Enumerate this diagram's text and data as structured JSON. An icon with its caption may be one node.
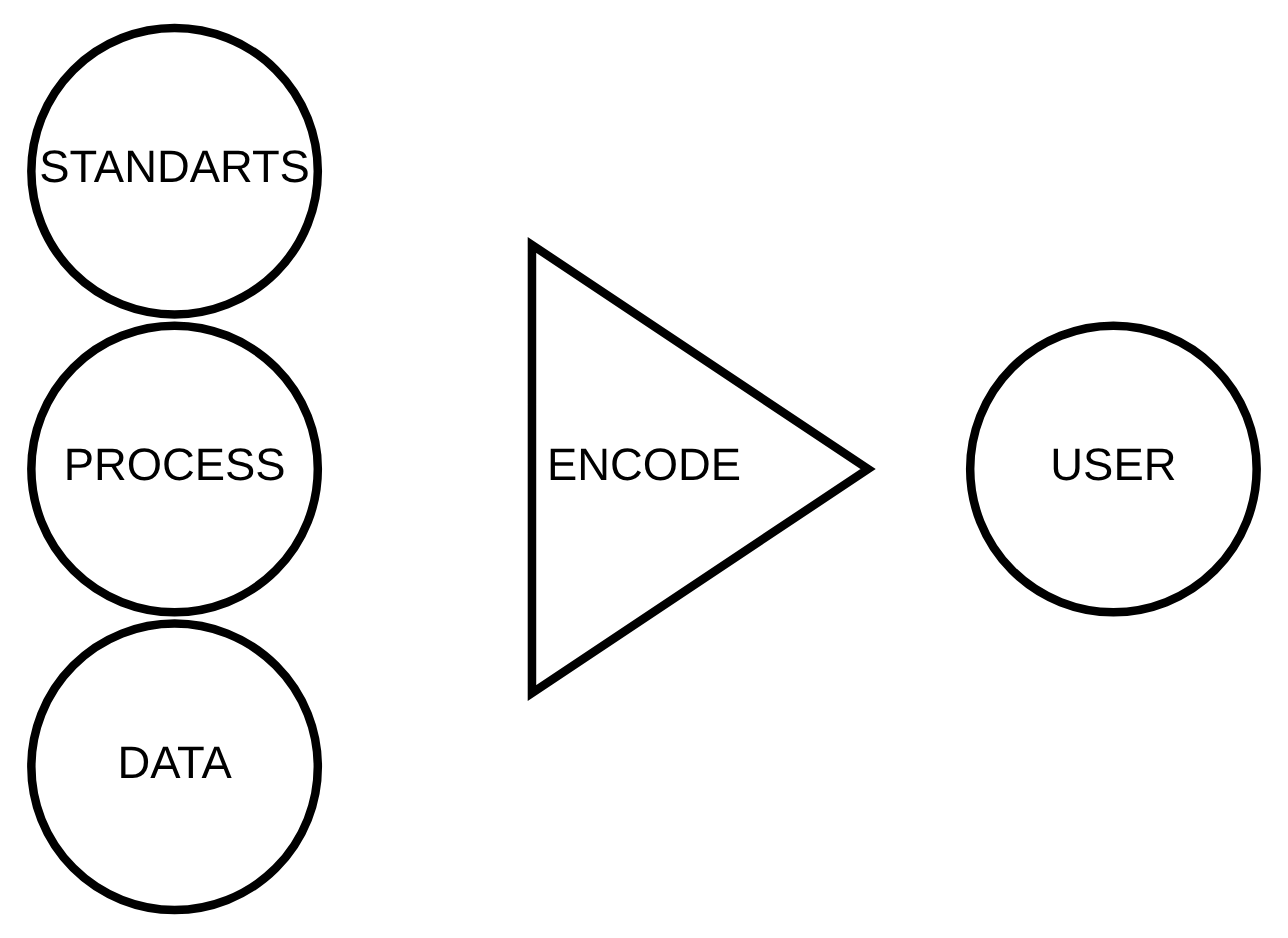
{
  "diagram": {
    "nodes": [
      {
        "text": [
          "STANDARTS"
        ]
      },
      {
        "text": [
          "PROCESS"
        ]
      },
      {
        "text": [
          "DATA"
        ]
      },
      {
        "text": [
          "ENCODE"
        ]
      },
      {
        "text": [
          "USER"
        ]
      }
    ]
  }
}
